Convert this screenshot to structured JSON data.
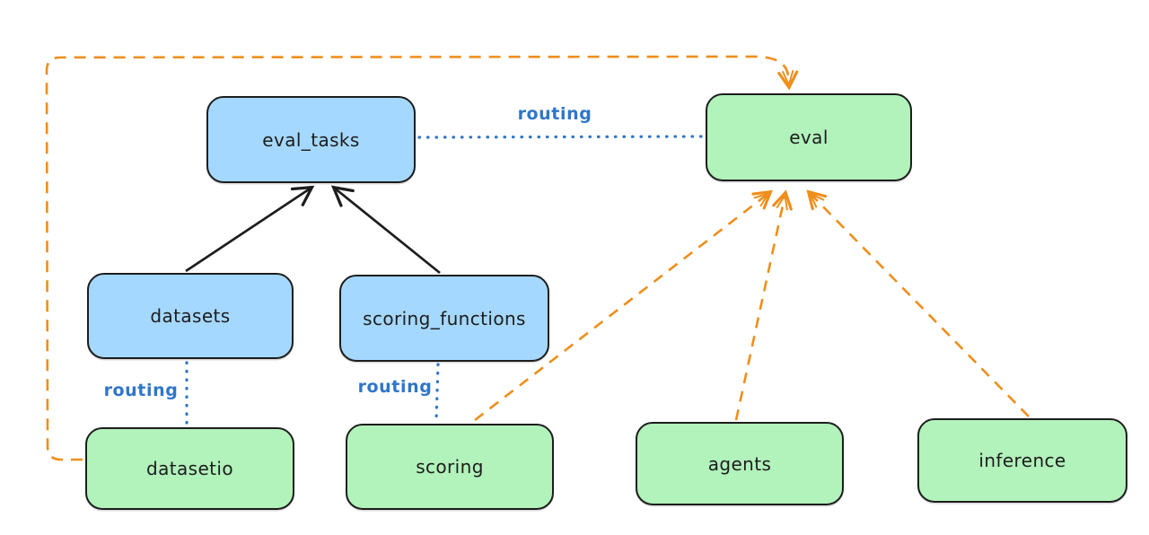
{
  "canvas": {
    "background": "#ffffff"
  },
  "nodes": [
    {
      "id": "eval_tasks",
      "label": "eval_tasks",
      "type": "blue",
      "fill": "#a5d8ff"
    },
    {
      "id": "eval",
      "label": "eval",
      "type": "green",
      "fill": "#b2f2bb"
    },
    {
      "id": "datasets",
      "label": "datasets",
      "type": "blue",
      "fill": "#a5d8ff"
    },
    {
      "id": "scoring_functions",
      "label": "scoring_functions",
      "type": "blue",
      "fill": "#a5d8ff"
    },
    {
      "id": "datasetio",
      "label": "datasetio",
      "type": "green",
      "fill": "#b2f2bb"
    },
    {
      "id": "scoring",
      "label": "scoring",
      "type": "green",
      "fill": "#b2f2bb"
    },
    {
      "id": "agents",
      "label": "agents",
      "type": "green",
      "fill": "#b2f2bb"
    },
    {
      "id": "inference",
      "label": "inference",
      "type": "green",
      "fill": "#b2f2bb"
    }
  ],
  "edges": [
    {
      "from": "datasets",
      "to": "eval_tasks",
      "style": "solid-black-arrow",
      "label": ""
    },
    {
      "from": "scoring_functions",
      "to": "eval_tasks",
      "style": "solid-black-arrow",
      "label": ""
    },
    {
      "from": "eval_tasks",
      "to": "eval",
      "style": "dotted-blue",
      "label": "routing"
    },
    {
      "from": "datasets",
      "to": "datasetio",
      "style": "dotted-blue",
      "label": "routing"
    },
    {
      "from": "scoring_functions",
      "to": "scoring",
      "style": "dotted-blue",
      "label": "routing"
    },
    {
      "from": "datasetio",
      "to": "eval",
      "style": "dashed-orange-arrow",
      "label": ""
    },
    {
      "from": "scoring",
      "to": "eval",
      "style": "dashed-orange-arrow",
      "label": ""
    },
    {
      "from": "agents",
      "to": "eval",
      "style": "dashed-orange-arrow",
      "label": ""
    },
    {
      "from": "inference",
      "to": "eval",
      "style": "dashed-orange-arrow",
      "label": ""
    }
  ],
  "colors": {
    "blue_fill": "#a5d8ff",
    "green_fill": "#b2f2bb",
    "node_stroke": "#1d1d1d",
    "routing_blue": "#2f76c9",
    "orange": "#ef8e1b"
  }
}
